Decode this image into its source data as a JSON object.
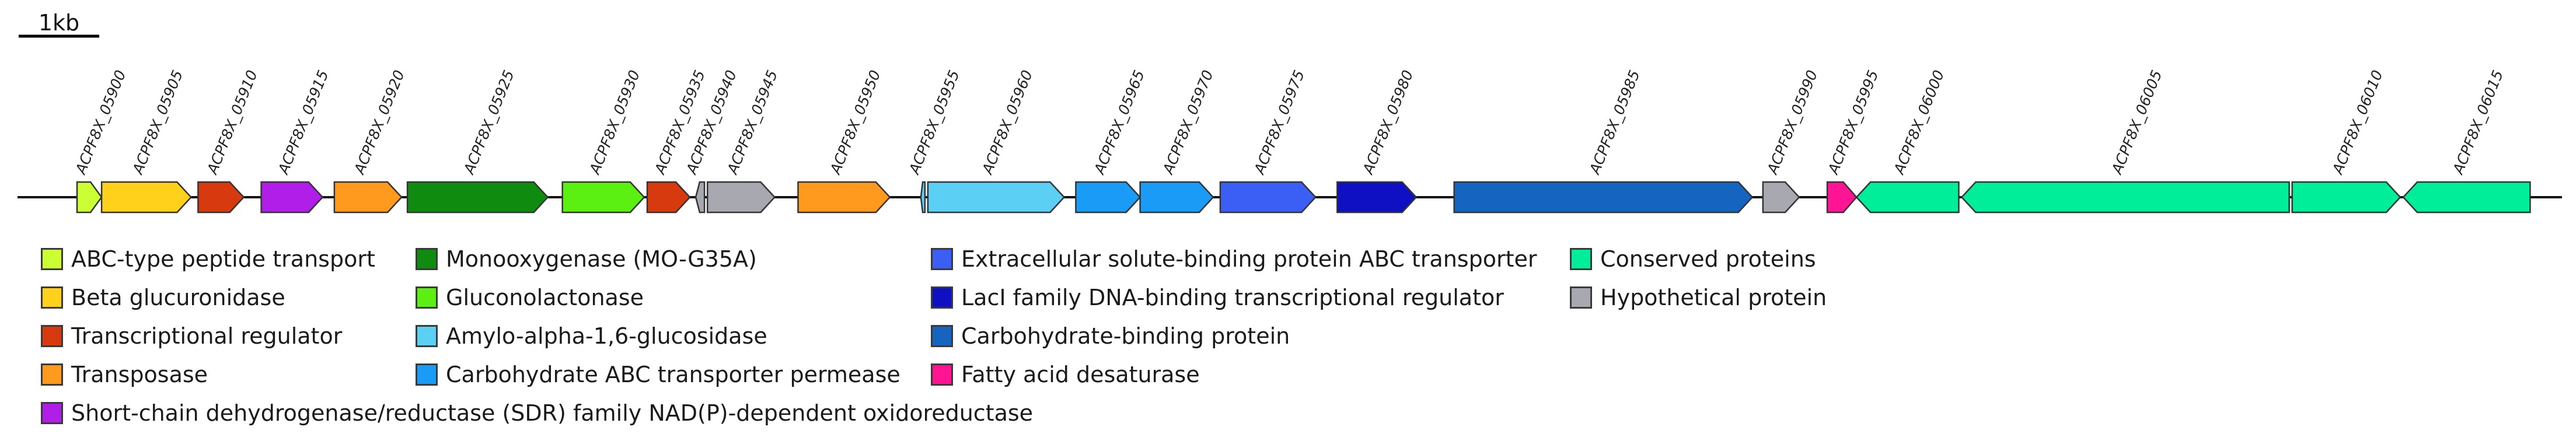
{
  "scale_bar": {
    "label": "1kb"
  },
  "genes": [
    {
      "locus": "ACPF8X_05900",
      "category": "abc_peptide",
      "start": 0.0,
      "end": 0.42,
      "strand": "+"
    },
    {
      "locus": "ACPF8X_05905",
      "category": "beta_glucuronidase",
      "start": 0.42,
      "end": 1.95,
      "strand": "+"
    },
    {
      "locus": "ACPF8X_05910",
      "category": "transcriptional_regulator",
      "start": 2.07,
      "end": 2.85,
      "strand": "+"
    },
    {
      "locus": "ACPF8X_05915",
      "category": "sdr",
      "start": 3.15,
      "end": 4.2,
      "strand": "+"
    },
    {
      "locus": "ACPF8X_05920",
      "category": "transposase",
      "start": 4.4,
      "end": 5.55,
      "strand": "+"
    },
    {
      "locus": "ACPF8X_05925",
      "category": "monooxygenase",
      "start": 5.65,
      "end": 8.05,
      "strand": "+"
    },
    {
      "locus": "ACPF8X_05930",
      "category": "gluconolactonase",
      "start": 8.3,
      "end": 9.7,
      "strand": "+"
    },
    {
      "locus": "ACPF8X_05935",
      "category": "transcriptional_regulator",
      "start": 9.75,
      "end": 10.48,
      "strand": "+"
    },
    {
      "locus": "ACPF8X_05940",
      "category": "hypothetical",
      "start": 10.58,
      "end": 10.73,
      "strand": "-"
    },
    {
      "locus": "ACPF8X_05945",
      "category": "hypothetical",
      "start": 10.78,
      "end": 11.93,
      "strand": "+"
    },
    {
      "locus": "ACPF8X_05950",
      "category": "transposase",
      "start": 12.33,
      "end": 13.9,
      "strand": "+"
    },
    {
      "locus": "ACPF8X_05955",
      "category": "amylo_glucosidase",
      "start": 14.43,
      "end": 14.5,
      "strand": "-"
    },
    {
      "locus": "ACPF8X_05960",
      "category": "amylo_glucosidase",
      "start": 14.55,
      "end": 16.88,
      "strand": "+"
    },
    {
      "locus": "ACPF8X_05965",
      "category": "carb_permease",
      "start": 17.08,
      "end": 18.18,
      "strand": "+"
    },
    {
      "locus": "ACPF8X_05970",
      "category": "carb_permease",
      "start": 18.18,
      "end": 19.43,
      "strand": "+"
    },
    {
      "locus": "ACPF8X_05975",
      "category": "extracellular_solute",
      "start": 19.55,
      "end": 21.18,
      "strand": "+"
    },
    {
      "locus": "ACPF8X_05980",
      "category": "laci",
      "start": 21.55,
      "end": 22.9,
      "strand": "+"
    },
    {
      "locus": "ACPF8X_05985",
      "category": "carb_binding",
      "start": 23.55,
      "end": 28.65,
      "strand": "+"
    },
    {
      "locus": "ACPF8X_05990",
      "category": "hypothetical",
      "start": 28.83,
      "end": 29.45,
      "strand": "+"
    },
    {
      "locus": "ACPF8X_05995",
      "category": "fatty_acid",
      "start": 29.93,
      "end": 30.43,
      "strand": "+"
    },
    {
      "locus": "ACPF8X_06000",
      "category": "conserved",
      "start": 30.43,
      "end": 32.18,
      "strand": "-"
    },
    {
      "locus": "ACPF8X_06005",
      "category": "conserved",
      "start": 32.23,
      "end": 37.83,
      "strand": "-"
    },
    {
      "locus": "ACPF8X_06010",
      "category": "conserved",
      "start": 37.88,
      "end": 39.73,
      "strand": "+"
    },
    {
      "locus": "ACPF8X_06015",
      "category": "conserved",
      "start": 39.78,
      "end": 41.95,
      "strand": "-"
    }
  ],
  "legend_columns": [
    [
      {
        "key": "abc_peptide",
        "label": "ABC-type peptide transport",
        "color": "#ccff33"
      },
      {
        "key": "beta_glucuronidase",
        "label": "Beta glucuronidase",
        "color": "#ffd11a"
      },
      {
        "key": "transcriptional_regulator",
        "label": "Transcriptional regulator",
        "color": "#d63a0e"
      },
      {
        "key": "transposase",
        "label": "Transposase",
        "color": "#ff9a1e"
      },
      {
        "key": "sdr",
        "label": "Short-chain dehydrogenase/reductase (SDR) family NAD(P)-dependent oxidoreductase",
        "color": "#b11ee8"
      }
    ],
    [
      {
        "key": "monooxygenase",
        "label": "Monooxygenase (MO-G35A)",
        "color": "#0f8c0f"
      },
      {
        "key": "gluconolactonase",
        "label": "Gluconolactonase",
        "color": "#5bf012"
      },
      {
        "key": "amylo_glucosidase",
        "label": "Amylo-alpha-1,6-glucosidase",
        "color": "#5ccff5"
      },
      {
        "key": "carb_permease",
        "label": "Carbohydrate ABC transporter permease",
        "color": "#1a9bf5"
      }
    ],
    [
      {
        "key": "extracellular_solute",
        "label": "Extracellular solute-binding protein ABC transporter",
        "color": "#3b5ff5"
      },
      {
        "key": "laci",
        "label": "LacI family DNA-binding transcriptional regulator",
        "color": "#0f0fc4"
      },
      {
        "key": "carb_binding",
        "label": "Carbohydrate-binding protein",
        "color": "#1565c0"
      },
      {
        "key": "fatty_acid",
        "label": "Fatty acid desaturase",
        "color": "#ff1493"
      }
    ],
    [
      {
        "key": "conserved",
        "label": "Conserved proteins",
        "color": "#00ee99"
      },
      {
        "key": "hypothetical",
        "label": "Hypothetical protein",
        "color": "#a8a8b0"
      }
    ]
  ]
}
